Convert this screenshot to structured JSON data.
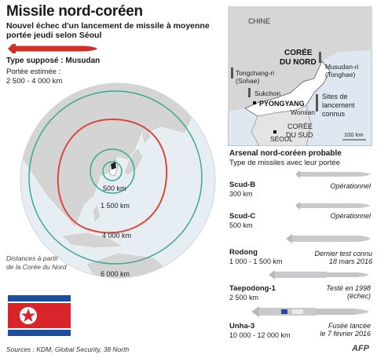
{
  "header": {
    "title": "Missile nord-coréen",
    "subtitle": "Nouvel échec d'un lancement de missile à moyenne portée jeudi selon Séoul"
  },
  "type_box": {
    "label": "Type supposé : Musudan",
    "range_label": "Portée estimée :",
    "range_value": "2 500 - 4 000 km"
  },
  "globe": {
    "rings": [
      "500 km",
      "1 500 km",
      "4 000 km",
      "6 000 km"
    ],
    "caption_1": "Distances à partir",
    "caption_2": "de la Corée du Nord"
  },
  "inset_map": {
    "china": "CHINE",
    "nk_1": "CORÉE",
    "nk_2": "DU NORD",
    "sk_1": "CORÉE",
    "sk_2": "DU SUD",
    "musudan_1": "Musudan-ri",
    "musudan_2": "(Tonghae)",
    "tongchang_1": "Tongchang-ri",
    "tongchang_2": "(Sohae)",
    "sukchon": "Sukchon",
    "pyongyang": "PYONGYANG",
    "wonsan": "Wonsan",
    "seoul": "SÉOUL",
    "legend_1": "Sites de",
    "legend_2": "lancement",
    "legend_3": "connus",
    "scale": "100 km"
  },
  "arsenal": {
    "title": "Arsenal nord-coréen probable",
    "subtitle": "Type de missiles avec leur portée",
    "missiles": [
      {
        "name": "Scud-B",
        "range": "300 km",
        "note": "Opérationnel",
        "note2": ""
      },
      {
        "name": "Scud-C",
        "range": "500 km",
        "note": "Opérationnel",
        "note2": ""
      },
      {
        "name": "Rodong",
        "range": "1 000 - 1 500 km",
        "note": "Dernier test connu",
        "note2": "18 mars 2016"
      },
      {
        "name": "Taepodong-1",
        "range": "2 500 km",
        "note": "Testé en 1998",
        "note2": "(échec)"
      },
      {
        "name": "Unha-3",
        "range": "10 000 - 12 000 km",
        "note": "Fusée lancée",
        "note2": "le 7 février 2016"
      }
    ]
  },
  "footer": {
    "sources": "Sources : KDM, Global Security, 38 North",
    "logo": "AFP"
  },
  "colors": {
    "ring_green": "#3aa88e",
    "ring_red": "#d9483b",
    "missile_red": "#d22f27",
    "missile_grey": "#c9c9cb",
    "globe_sea": "#e6eef4",
    "land": "#d4d4d4",
    "nk_flag_blue": "#1c4e9c",
    "nk_flag_red": "#d8242b"
  }
}
